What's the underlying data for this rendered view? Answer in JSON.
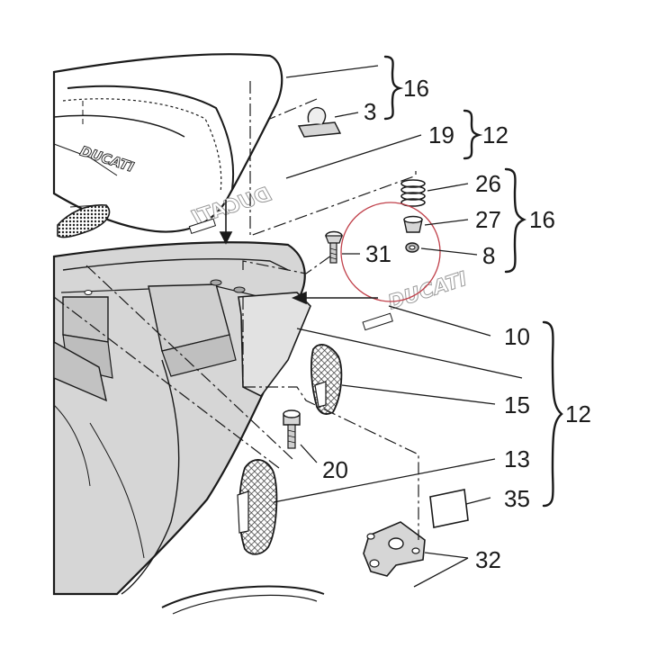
{
  "diagram": {
    "brand_text": "DUCATI",
    "callouts": {
      "c3": "3",
      "c8": "8",
      "c10": "10",
      "c12a": "12",
      "c12b": "12",
      "c13": "13",
      "c15": "15",
      "c16a": "16",
      "c16b": "16",
      "c19": "19",
      "c20": "20",
      "c26": "26",
      "c27": "27",
      "c31": "31",
      "c32": "32",
      "c35": "35"
    },
    "colors": {
      "line": "#1a1a1a",
      "body_fill": "#d6d6d6",
      "body_dark": "#b8b8b8",
      "highlight_circle": "#c0404a"
    }
  }
}
